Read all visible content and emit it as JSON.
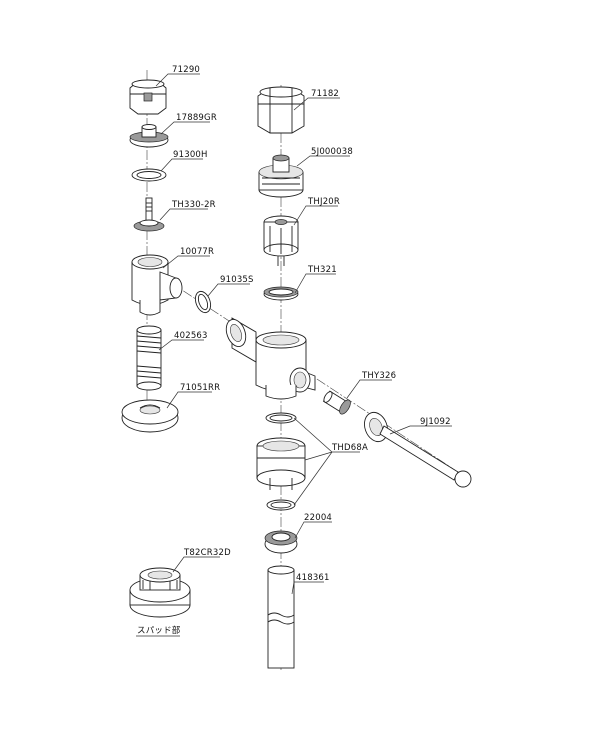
{
  "parts": [
    {
      "id": "p71290",
      "label": "71290"
    },
    {
      "id": "p17889GR",
      "label": "17889GR"
    },
    {
      "id": "p91300H",
      "label": "91300H"
    },
    {
      "id": "pTH330",
      "label": "TH330-2R"
    },
    {
      "id": "p10077R",
      "label": "10077R"
    },
    {
      "id": "p91035S",
      "label": "91035S"
    },
    {
      "id": "p402563",
      "label": "402563"
    },
    {
      "id": "p71051RR",
      "label": "71051RR"
    },
    {
      "id": "p71182",
      "label": "71182"
    },
    {
      "id": "p5J000038",
      "label": "5J000038"
    },
    {
      "id": "pTHJ20R",
      "label": "THJ20R"
    },
    {
      "id": "pTH321",
      "label": "TH321"
    },
    {
      "id": "pTHY326",
      "label": "THY326"
    },
    {
      "id": "p9J1092",
      "label": "9J1092"
    },
    {
      "id": "pTHD68A",
      "label": "THD68A"
    },
    {
      "id": "p22004",
      "label": "22004"
    },
    {
      "id": "pT82CR32D",
      "label": "T82CR32D"
    },
    {
      "id": "p418361",
      "label": "418361"
    }
  ],
  "notes": {
    "spud_label": "スパッド部"
  }
}
